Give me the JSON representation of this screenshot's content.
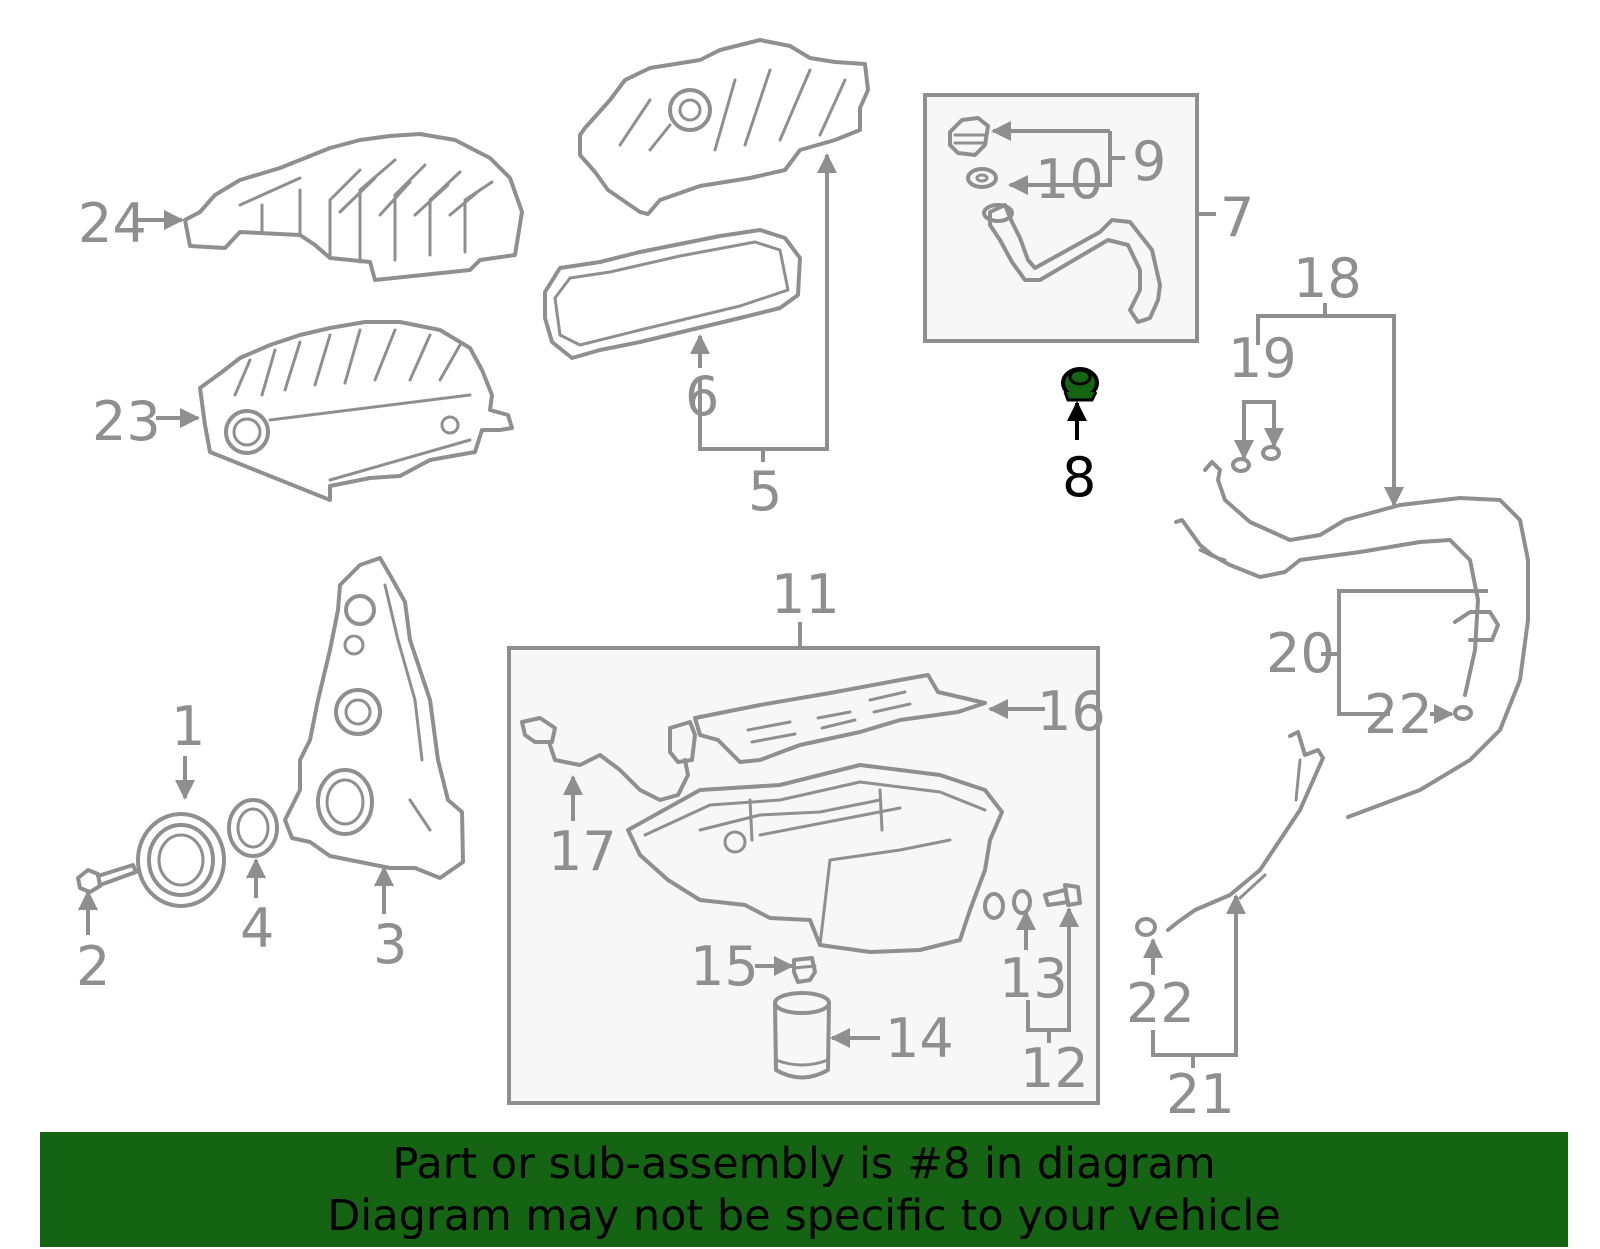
{
  "callouts": {
    "n1": "1",
    "n2": "2",
    "n3": "3",
    "n4": "4",
    "n5": "5",
    "n6": "6",
    "n7": "7",
    "n8": "8",
    "n9": "9",
    "n10": "10",
    "n11": "11",
    "n12": "12",
    "n13": "13",
    "n14": "14",
    "n15": "15",
    "n16": "16",
    "n17": "17",
    "n18": "18",
    "n19": "19",
    "n20": "20",
    "n21": "21",
    "n22a": "22",
    "n22b": "22",
    "n23": "23",
    "n24": "24"
  },
  "highlight": {
    "part_number": "8",
    "color": "#156414"
  },
  "banner": {
    "line1": "Part or sub-assembly is #8 in diagram",
    "line2": "Diagram may not be specific to your vehicle",
    "color": "#156414"
  },
  "colors": {
    "line": "#8f8f8f",
    "box_fill": "#f7f7f7"
  }
}
